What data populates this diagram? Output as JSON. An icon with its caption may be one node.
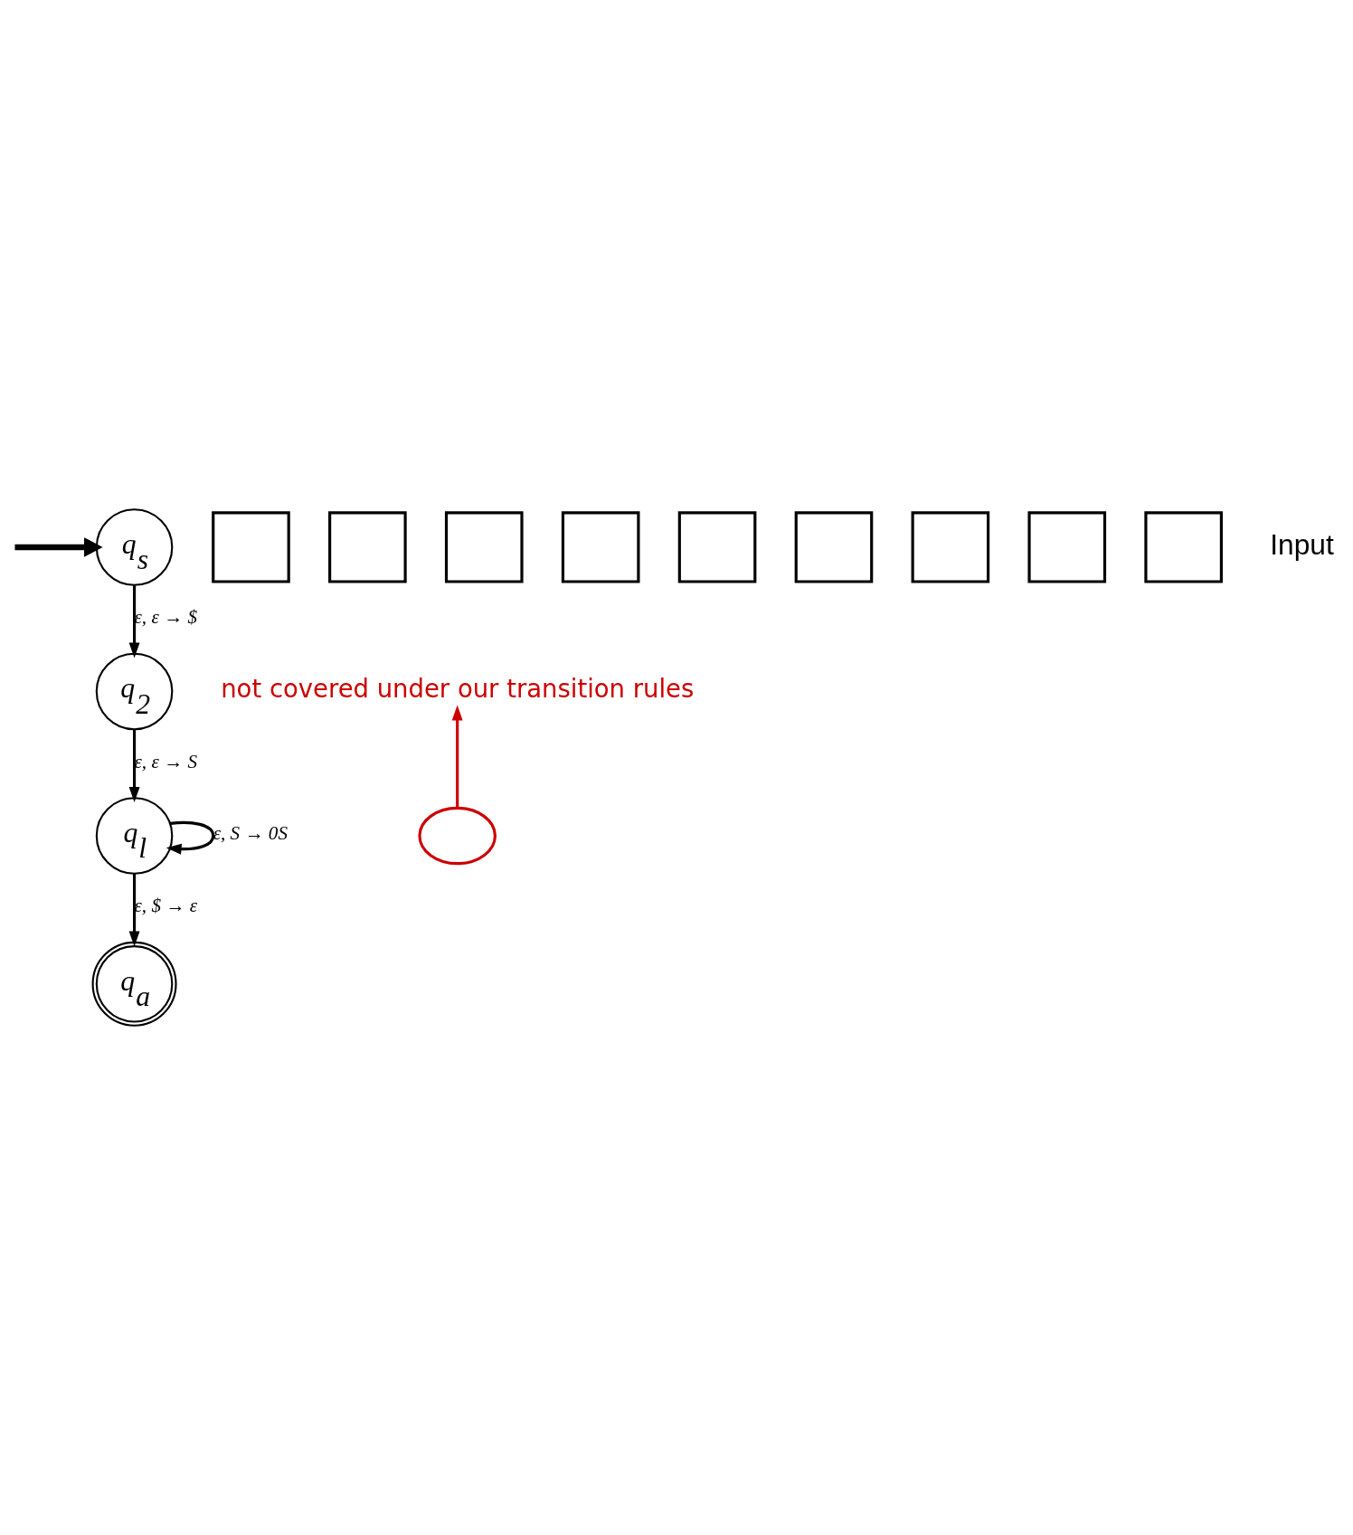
{
  "diagram": {
    "nodes": [
      {
        "text": [
          "q$_{s}$"
        ]
      },
      {
        "text": [
          "q$_{2}$"
        ]
      },
      {
        "text": [
          "q$_{l}$"
        ]
      },
      {
        "text": [
          "q$_{a}$"
        ]
      },
      {
        "text": [
          "not covered under our transition rules"
        ]
      },
      {
        "text": [],
        "shape": "circle"
      },
      {
        "text": [],
        "shape": "box"
      },
      {
        "text": [],
        "shape": "box"
      },
      {
        "text": [],
        "shape": "box"
      },
      {
        "text": [],
        "shape": "box"
      },
      {
        "text": [],
        "shape": "box"
      },
      {
        "text": [],
        "shape": "box"
      },
      {
        "text": [],
        "shape": "box"
      },
      {
        "text": [],
        "shape": "box"
      },
      {
        "text": [],
        "shape": "box"
      }
    ],
    "edges": [
      {
        "from": null,
        "to": 0,
        "arrow": "to",
        "style": "thick"
      },
      {
        "from": 0,
        "to": 1,
        "arrow": "to",
        "label": "ε, ε → $"
      },
      {
        "from": 1,
        "to": 2,
        "arrow": "to",
        "label": "ε, ε → S"
      },
      {
        "from": 2,
        "to": 2,
        "arrow": "to",
        "label": "ε, S → 0S"
      },
      {
        "from": 2,
        "to": 3,
        "arrow": "to",
        "label": "ε, $ → ε"
      },
      {
        "from": 5,
        "to": 4,
        "arrow": "to",
        "color": "#cc0000"
      }
    ],
    "labels": [
      "Input"
    ]
  }
}
